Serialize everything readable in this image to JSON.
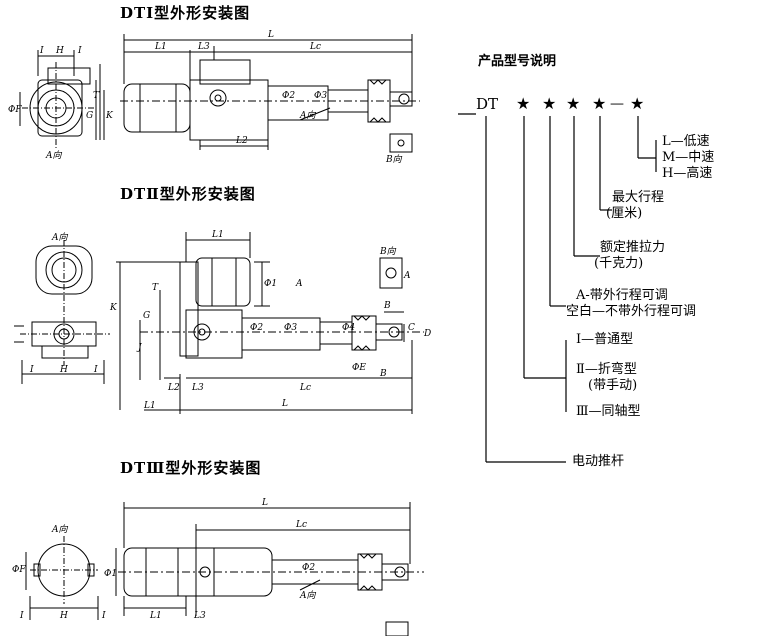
{
  "titles": {
    "dt1": "DTⅠ型外形安装图",
    "dt2": "DTⅡ型外形安装图",
    "dt3": "DTⅢ型外形安装图"
  },
  "code_section": {
    "heading": "产品型号说明",
    "prefix": "DT",
    "stars": [
      "★",
      "★",
      "★",
      "★",
      "★"
    ],
    "dash": "—",
    "speed": [
      "L—低速",
      "M—中速",
      "H—高速"
    ],
    "stroke": [
      "最大行程",
      "(厘米)"
    ],
    "thrust": [
      "额定推拉力",
      "(千克力)"
    ],
    "ext": [
      "A-带外行程可调",
      "空白—不带外行程可调"
    ],
    "types": [
      "Ⅰ—普通型",
      "Ⅱ—折弯型",
      "(带手动)",
      "Ⅲ—同轴型"
    ],
    "product": "电动推杆"
  },
  "labels": {
    "L": "L",
    "L1": "L1",
    "L2": "L2",
    "L3": "L3",
    "Lc": "Lc",
    "H": "H",
    "I": "I",
    "K": "K",
    "G": "G",
    "T": "T",
    "J": "J",
    "F": "ΦF",
    "A": "A",
    "B": "B",
    "C": "C",
    "D": "D",
    "E": "ΦE",
    "phi1": "Φ1",
    "phi2": "Φ2",
    "phi3": "Φ3",
    "phi4": "Φ4",
    "a_view": "A向",
    "b_view": "B向"
  }
}
